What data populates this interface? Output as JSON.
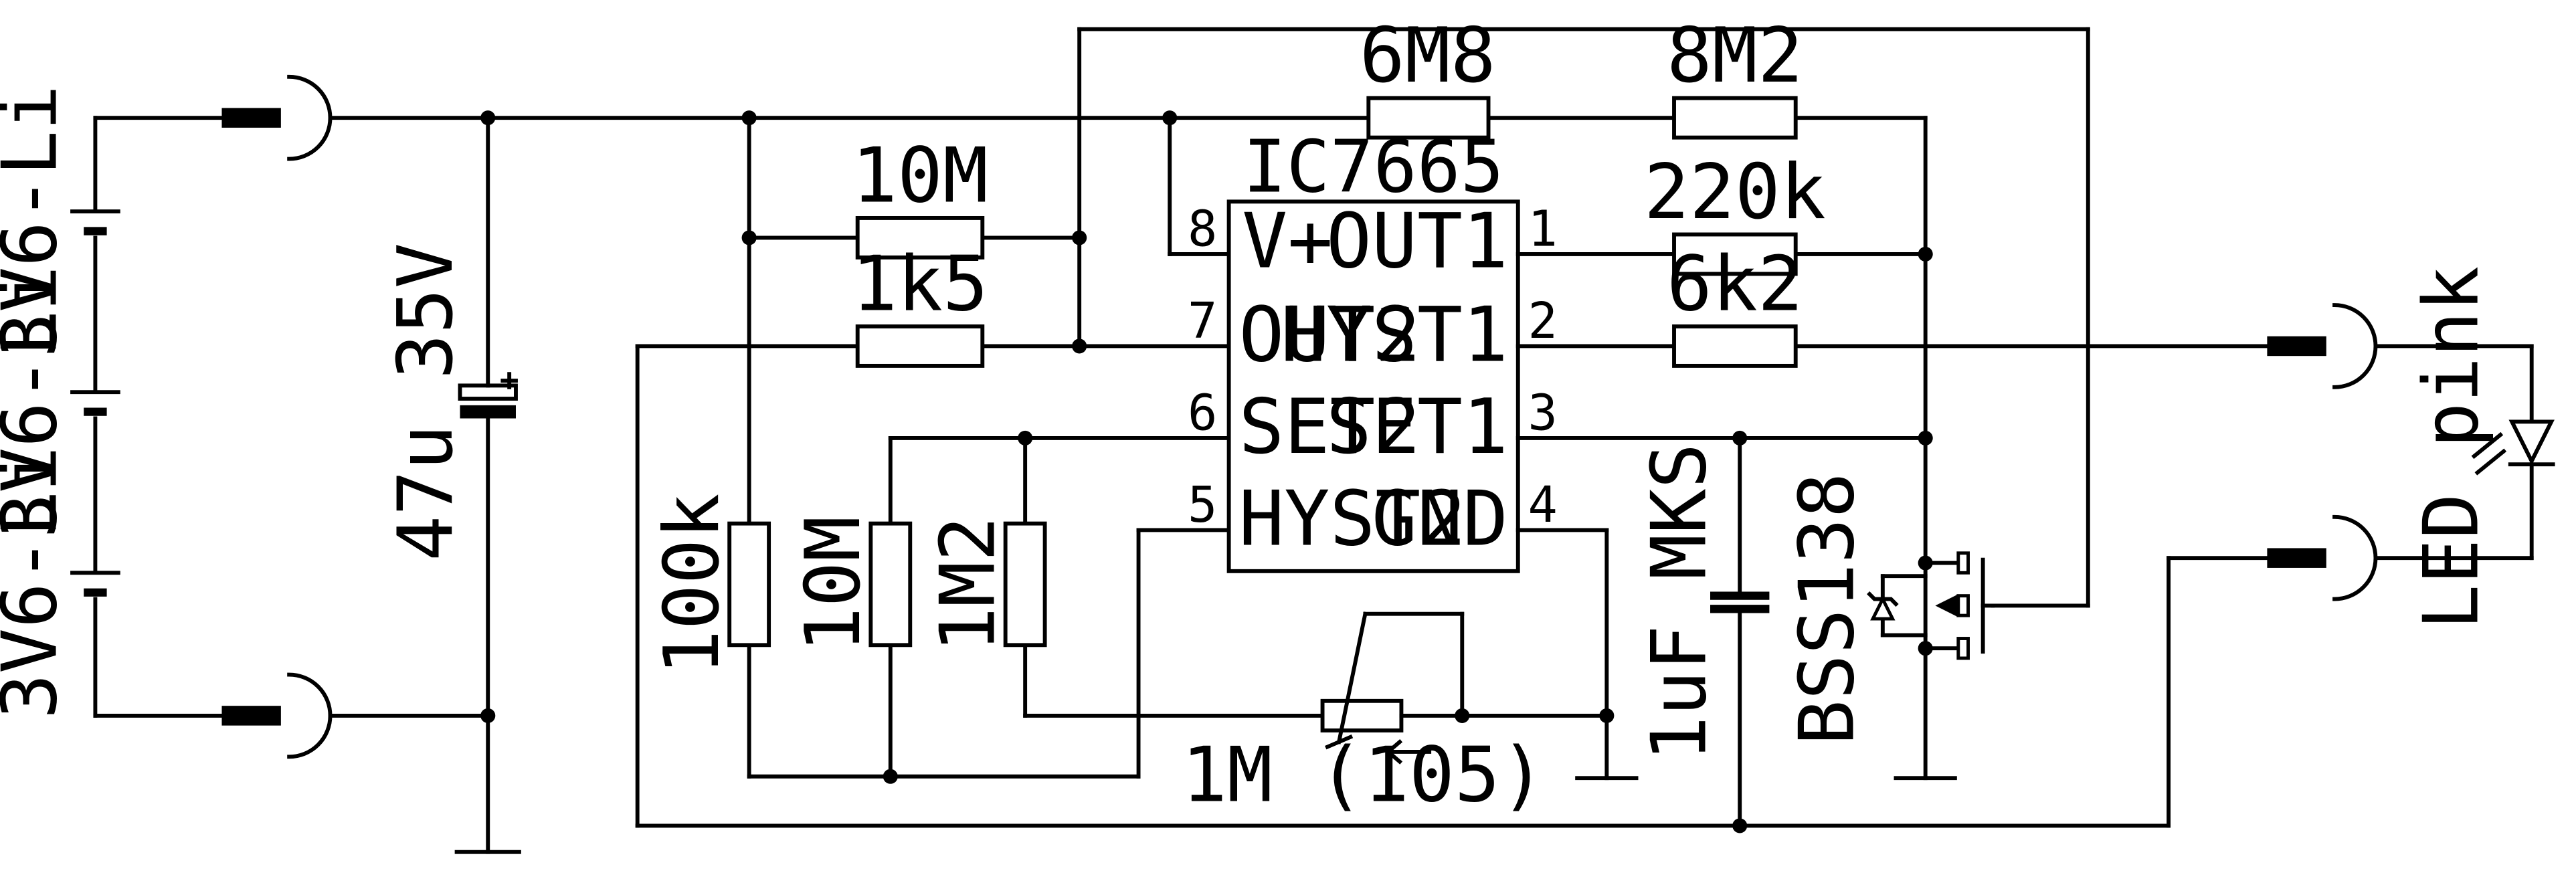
{
  "batteries": [
    "3V6-Li",
    "3V6-Li",
    "3V6-Li"
  ],
  "capacitor_main": "47u 35V",
  "ic": {
    "name": "IC7665",
    "left_pins": [
      {
        "num": "8",
        "label": "V+"
      },
      {
        "num": "7",
        "label": "OUT2"
      },
      {
        "num": "6",
        "label": "SET2"
      },
      {
        "num": "5",
        "label": "HYST2"
      }
    ],
    "right_pins": [
      {
        "num": "1",
        "label": "OUT1"
      },
      {
        "num": "2",
        "label": "HYST1"
      },
      {
        "num": "3",
        "label": "SET1"
      },
      {
        "num": "4",
        "label": "GND"
      }
    ]
  },
  "resistors": {
    "r_6m8": "6M8",
    "r_8m2": "8M2",
    "r_10m_top": "10M",
    "r_1k5": "1k5",
    "r_220k": "220k",
    "r_6k2": "6k2",
    "r_100k": "100k",
    "r_10m_vert": "10M",
    "r_1m2": "1M2"
  },
  "potentiometer": "1M (105)",
  "capacitor_set1": "1uF MKS",
  "mosfet": "BSS138",
  "led": "LED pink"
}
